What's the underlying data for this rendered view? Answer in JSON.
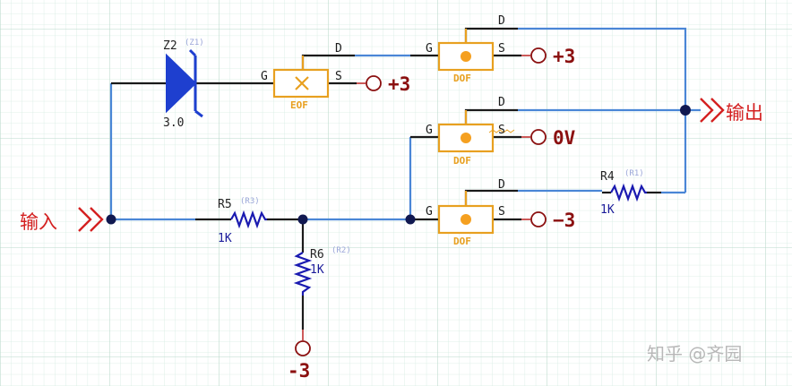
{
  "colors": {
    "wire": "#4a86d6",
    "lead": "#1a1a1a",
    "fet": "#e8a020",
    "resistor": "#1a1ab0",
    "zener": "#1e3fcf",
    "voltage_label": "#8b1010",
    "io_label": "#d42020",
    "grid": "#cfe8dc"
  },
  "zener": {
    "ref": "Z2",
    "tag": "(Z1)",
    "value": "3.0",
    "icon": "zener-diode-icon"
  },
  "fets": [
    {
      "id": "eof",
      "type": "EOF",
      "g": "G",
      "d": "D",
      "s": "S",
      "marker": "x",
      "supply": "+3"
    },
    {
      "id": "dof1",
      "type": "DOF",
      "g": "G",
      "d": "D",
      "s": "S",
      "marker": "dot",
      "supply": "+3"
    },
    {
      "id": "dof2",
      "type": "DOF",
      "g": "G",
      "d": "D",
      "s": "S",
      "marker": "dot",
      "supply": "0V"
    },
    {
      "id": "dof3",
      "type": "DOF",
      "g": "G",
      "d": "D",
      "s": "S",
      "marker": "dot",
      "supply": "−3"
    }
  ],
  "resistors": [
    {
      "id": "r5",
      "ref": "R5",
      "tag": "(R3)",
      "value": "1K"
    },
    {
      "id": "r6",
      "ref": "R6",
      "tag": "(R2)",
      "value": "1K"
    },
    {
      "id": "r4",
      "ref": "R4",
      "tag": "(R1)",
      "value": "1K"
    }
  ],
  "ground_supply": "-3",
  "input_label": "输入",
  "output_label": "输出",
  "watermark": "知乎 @齐园"
}
